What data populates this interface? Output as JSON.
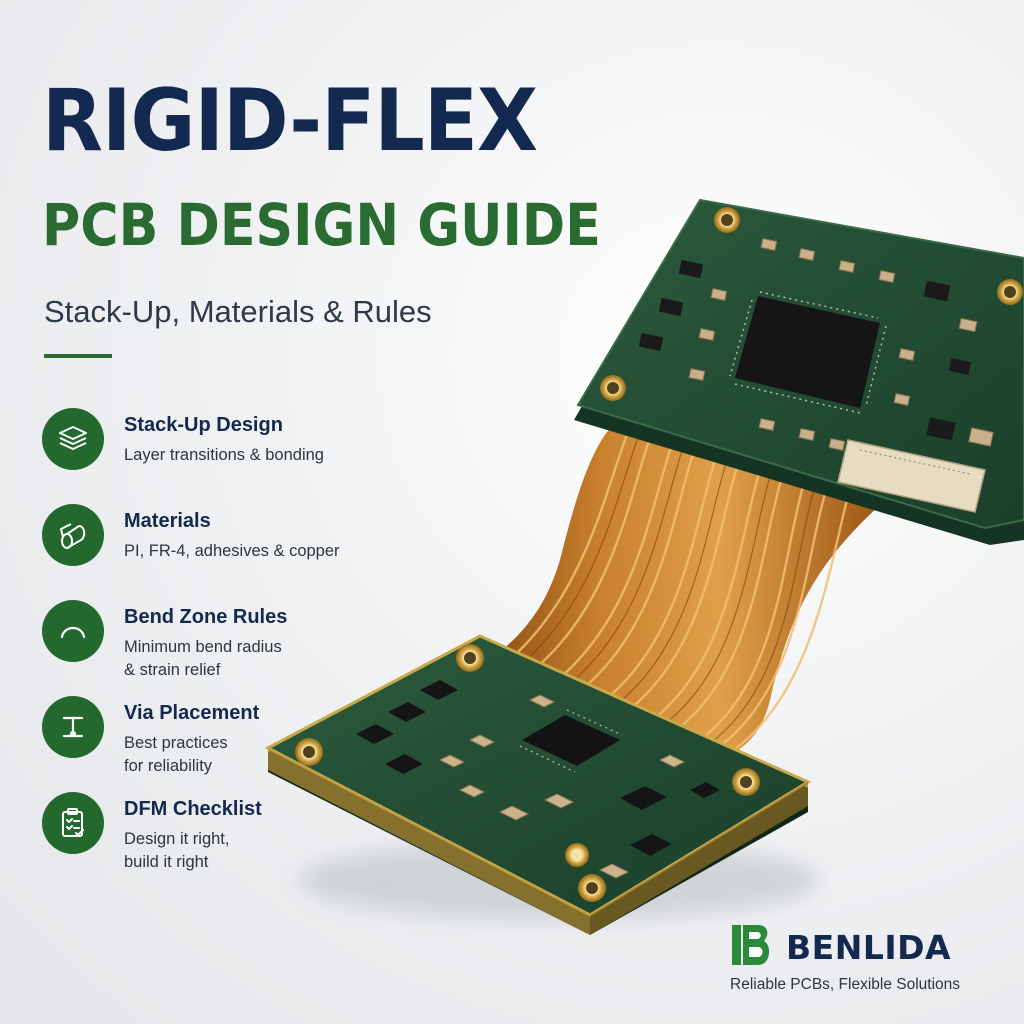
{
  "title": {
    "main": "RIGID-FLEX",
    "sub": "PCB DESIGN GUIDE",
    "tagline": "Stack-Up, Materials & Rules"
  },
  "features": [
    {
      "icon": "layers-icon",
      "title": "Stack-Up Design",
      "desc": [
        "Layer transitions & bonding"
      ]
    },
    {
      "icon": "material-roll-icon",
      "title": "Materials",
      "desc": [
        "PI, FR-4, adhesives & copper"
      ]
    },
    {
      "icon": "bend-arc-icon",
      "title": "Bend Zone Rules",
      "desc": [
        "Minimum bend radius",
        "& strain relief"
      ]
    },
    {
      "icon": "via-icon",
      "title": "Via Placement",
      "desc": [
        "Best practices",
        "for reliability"
      ]
    },
    {
      "icon": "checklist-icon",
      "title": "DFM Checklist",
      "desc": [
        "Design it right,",
        "build it right"
      ]
    }
  ],
  "brand": {
    "name": "BENLIDA",
    "tagline": "Reliable PCBs, Flexible Solutions"
  },
  "colors": {
    "navy": "#13294f",
    "green": "#2a6b31",
    "pcb_green": "#1f4a33",
    "flex_copper": "#c27a2c",
    "gold": "#d4a640"
  }
}
